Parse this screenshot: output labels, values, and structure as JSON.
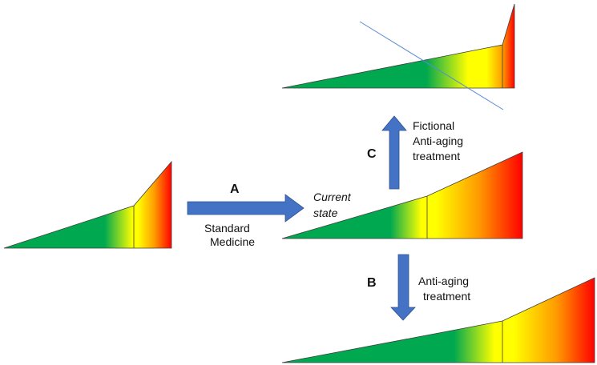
{
  "labels": {
    "A": "A",
    "B": "B",
    "C": "C",
    "standard_medicine_1": "Standard",
    "standard_medicine_2": "Medicine",
    "current_state_1": "Current",
    "current_state_2": "state",
    "anti_aging_1": "Anti-aging",
    "anti_aging_2": "treatment",
    "fictional_1": "Fictional",
    "fictional_2": "Anti-aging",
    "fictional_3": "treatment"
  },
  "colors": {
    "green": "#00a84f",
    "yellow": "#ffff00",
    "orange": "#ff9900",
    "red": "#ff0000",
    "arrow": "#4472c4",
    "line": "#5b8bd6"
  }
}
